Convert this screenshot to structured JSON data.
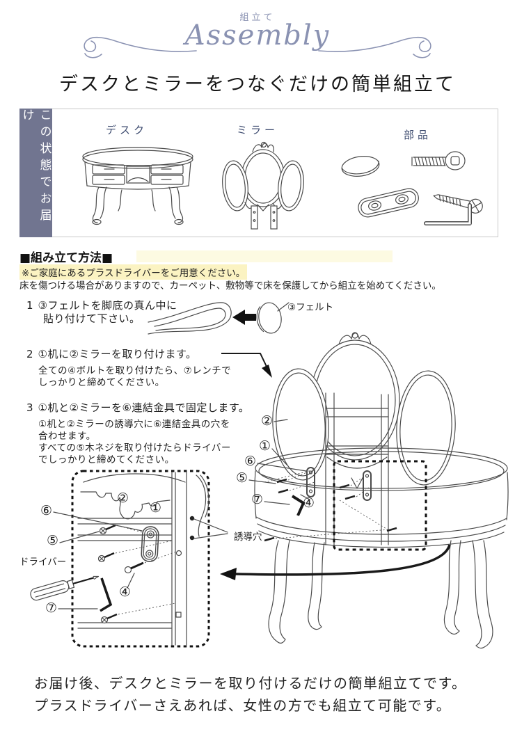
{
  "header": {
    "subtitle": "組立て",
    "script": "Assembly",
    "headline": "デスクとミラーをつなぐだけの簡単組立て"
  },
  "colors": {
    "accent_blue": "#8a92b2",
    "sidebar_bg": "#717590",
    "label_navy": "#3c4a6e",
    "highlight_yellow": "#fbf3c2"
  },
  "delivery": {
    "side_label": "この状態でお届け",
    "items": [
      {
        "label": "デスク"
      },
      {
        "label": "ミラー"
      },
      {
        "label": "部品"
      }
    ]
  },
  "method": {
    "heading": "■組み立て方法■",
    "note1": "※ご家庭にあるプラスドライバーをご用意ください。",
    "note2": "床を傷つける場合がありますので、カーペット、敷物等で床を保護してから組立を始めてください。",
    "steps": [
      {
        "num": "1",
        "line1": "③フェルトを脚底の真ん中に",
        "line2": "貼り付けて下さい。"
      },
      {
        "num": "2",
        "title": "①机に②ミラーを取り付けます。",
        "d1": "全ての④ボルトを取り付けたら、⑦レンチで",
        "d2": "しっかりと締めてください。"
      },
      {
        "num": "3",
        "title": "①机と②ミラーを⑥連結金具で固定します。",
        "d1": "①机と②ミラーの誘導穴に⑥連結金具の穴を",
        "d2": "合わせます。",
        "d3": "すべての⑤木ネジを取り付けたらドライバー",
        "d4": "でしっかりと締めてください。"
      }
    ]
  },
  "diagram": {
    "felt_label": "③フェルト",
    "screwdriver_label": "ドライバー",
    "guide_hole_label": "誘導穴",
    "main_callouts": [
      "②",
      "①",
      "⑥",
      "⑤",
      "⑦",
      "④"
    ],
    "detail_callouts": [
      "②",
      "①",
      "⑥",
      "⑤",
      "⑦",
      "④"
    ]
  },
  "footer": {
    "line1": "お届け後、デスクとミラーを取り付けるだけの簡単組立てです。",
    "line2": "プラスドライバーさえあれば、女性の方でも組立て可能です。"
  }
}
